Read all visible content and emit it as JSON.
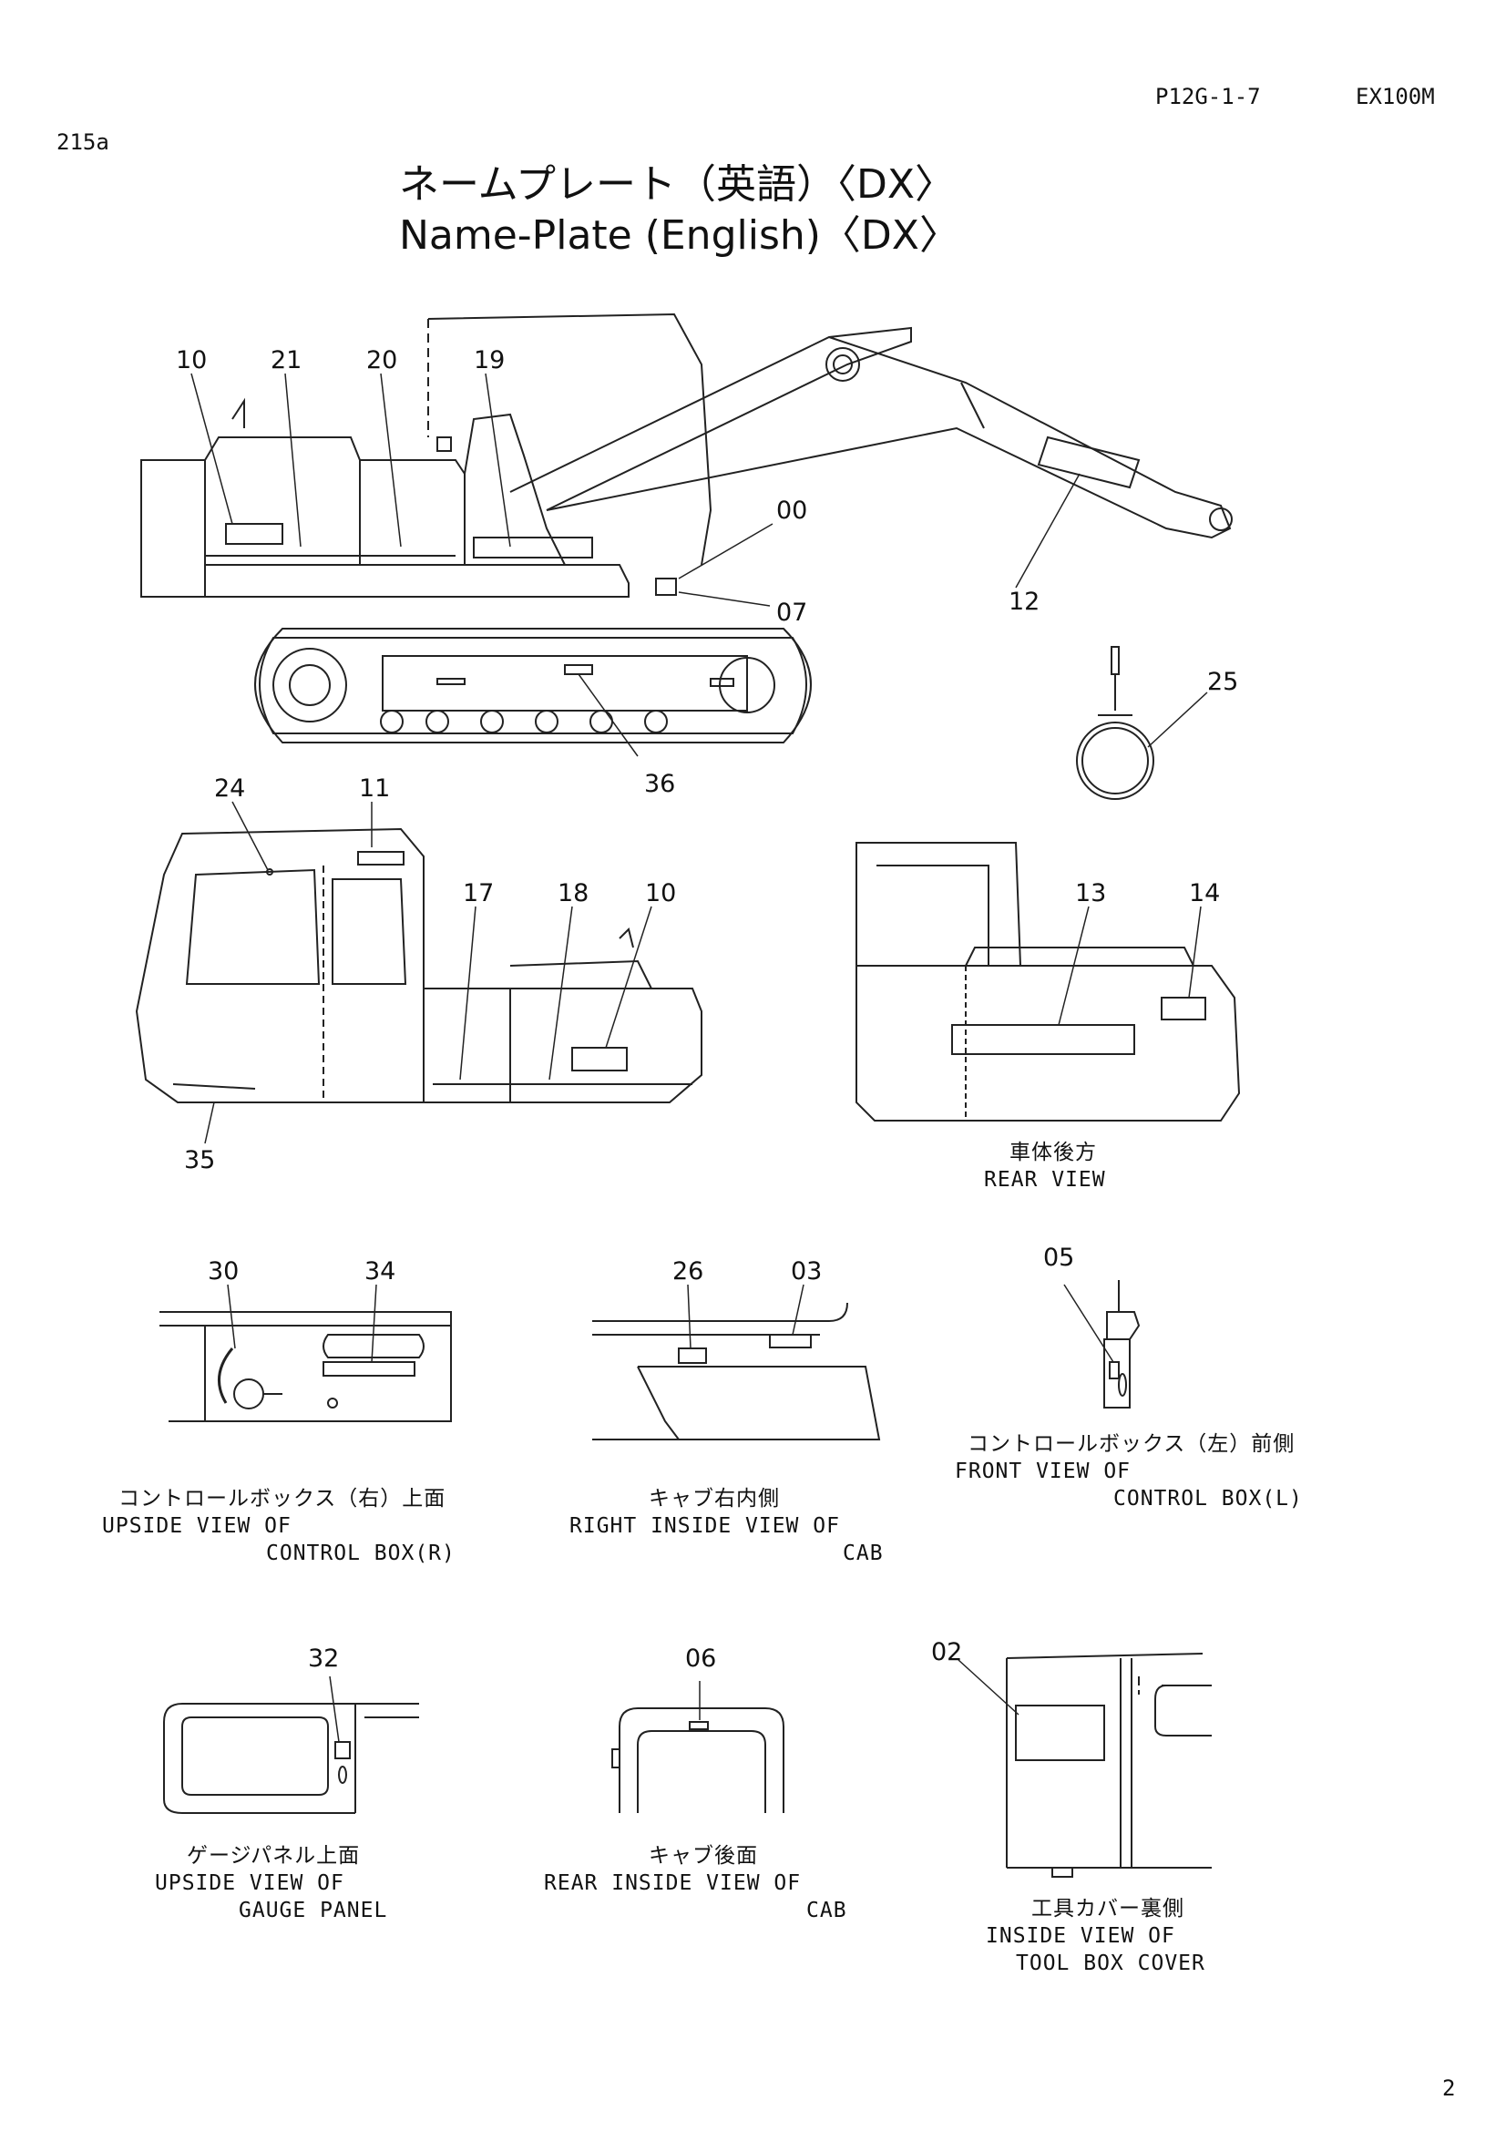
{
  "header": {
    "doc_code": "P12G-1-7",
    "model": "EX100M",
    "page_ref": "215a",
    "page_number": "2"
  },
  "title": {
    "ja": "ネームプレート（英語）〈DX〉",
    "en": "Name-Plate (English)〈DX〉"
  },
  "callouts": {
    "side_view": [
      "10",
      "21",
      "20",
      "19",
      "00",
      "07",
      "12",
      "25",
      "36"
    ],
    "cab_view": [
      "24",
      "11",
      "17",
      "18",
      "10",
      "35"
    ],
    "rear_view": [
      "13",
      "14"
    ],
    "control_box_r": [
      "30",
      "34"
    ],
    "cab_right_inside": [
      "26",
      "03"
    ],
    "control_box_l": [
      "05"
    ],
    "gauge_panel": [
      "32"
    ],
    "cab_rear_inside": [
      "06"
    ],
    "tool_box_cover": [
      "02"
    ]
  },
  "captions": {
    "rear_view": {
      "ja": "車体後方",
      "en": [
        "REAR  VIEW"
      ]
    },
    "control_box_r": {
      "ja": "コントロールボックス（右）上面",
      "en": [
        "UPSIDE  VIEW  OF",
        "CONTROL  BOX(R)"
      ]
    },
    "cab_right_inside": {
      "ja": "キャブ右内側",
      "en": [
        "RIGHT  INSIDE  VIEW  OF",
        "CAB"
      ]
    },
    "control_box_l": {
      "ja": "コントロールボックス（左）前側",
      "en": [
        "FRONT  VIEW  OF",
        "CONTROL  BOX(L)"
      ]
    },
    "gauge_panel": {
      "ja": "ゲージパネル上面",
      "en": [
        "UPSIDE  VIEW  OF",
        "GAUGE  PANEL"
      ]
    },
    "cab_rear_inside": {
      "ja": "キャブ後面",
      "en": [
        "REAR  INSIDE  VIEW  OF",
        "CAB"
      ]
    },
    "tool_box_cover": {
      "ja": "工具カバー裏側",
      "en": [
        "INSIDE  VIEW  OF",
        "TOOL  BOX  COVER"
      ]
    }
  }
}
